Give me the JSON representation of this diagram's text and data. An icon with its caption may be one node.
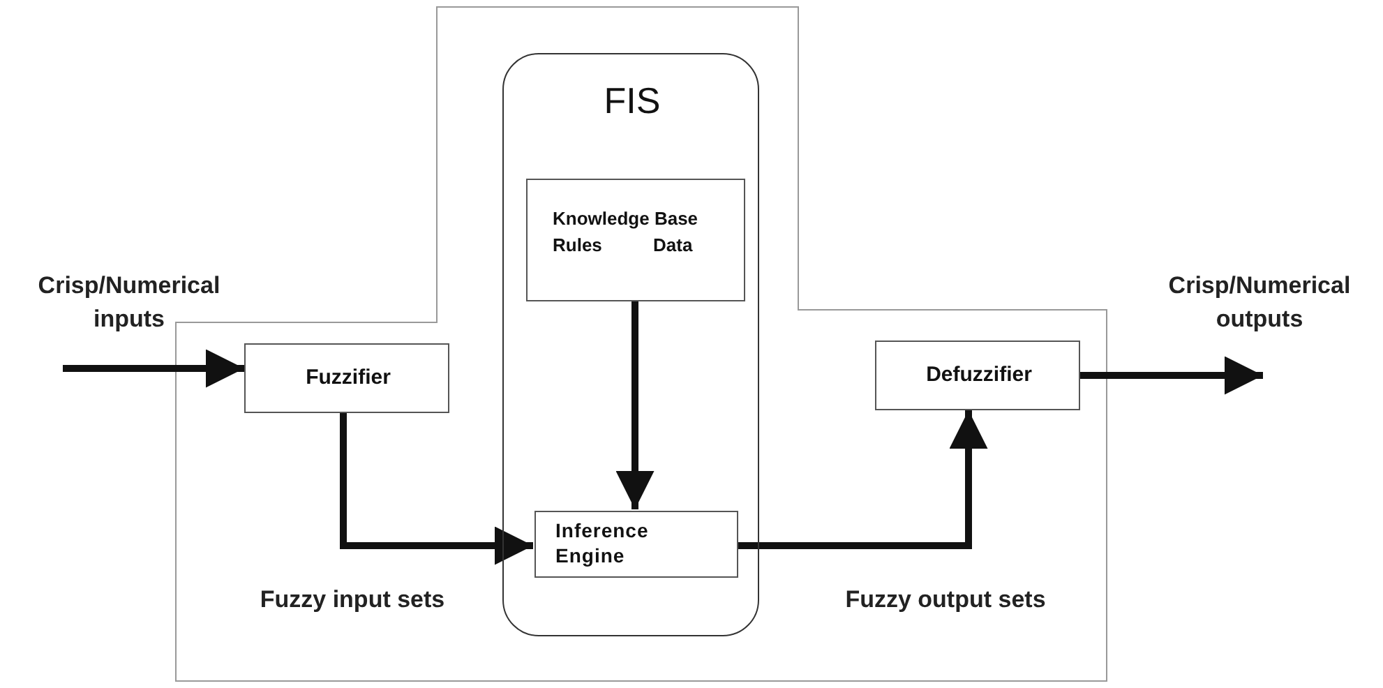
{
  "diagram": {
    "nodes": [
      {
        "text": [
          "FIS"
        ]
      },
      {
        "text": [
          "Knowledge Base",
          "Rules",
          "Data"
        ],
        "in": 0
      },
      {
        "text": [
          "Inference Engine"
        ],
        "in": 0
      },
      {
        "text": [
          "Fuzzifier"
        ]
      },
      {
        "text": [
          "Defuzzifier"
        ]
      }
    ],
    "edges": [
      {
        "from": null,
        "to": 3,
        "arrow": "to"
      },
      {
        "from": 3,
        "to": 2,
        "arrow": "to"
      },
      {
        "from": 1,
        "to": 2,
        "arrow": "to"
      },
      {
        "from": 2,
        "to": 4,
        "arrow": "to"
      },
      {
        "from": 4,
        "to": null,
        "arrow": "to"
      }
    ],
    "labels": [
      "Crisp/Numerical inputs",
      "Crisp/Numerical outputs",
      "Fuzzy input sets",
      "Fuzzy output sets"
    ]
  }
}
